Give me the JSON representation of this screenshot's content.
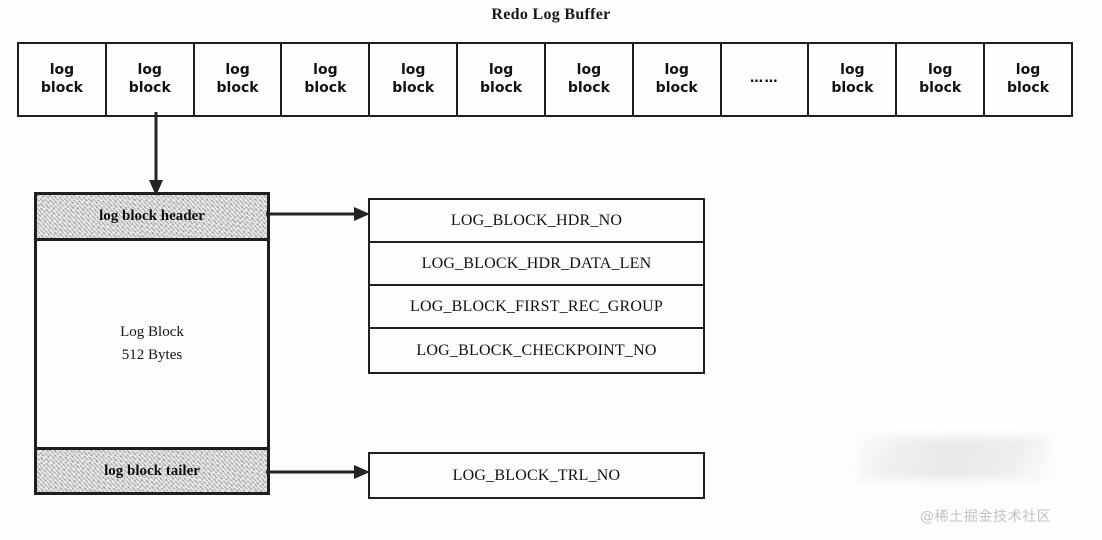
{
  "title": "Redo Log Buffer",
  "buffer_strip": {
    "name": "redo-log-buffer-strip",
    "cells": [
      {
        "type": "block",
        "line1": "log",
        "line2": "block"
      },
      {
        "type": "block",
        "line1": "log",
        "line2": "block"
      },
      {
        "type": "block",
        "line1": "log",
        "line2": "block"
      },
      {
        "type": "block",
        "line1": "log",
        "line2": "block"
      },
      {
        "type": "block",
        "line1": "log",
        "line2": "block"
      },
      {
        "type": "block",
        "line1": "log",
        "line2": "block"
      },
      {
        "type": "block",
        "line1": "log",
        "line2": "block"
      },
      {
        "type": "block",
        "line1": "log",
        "line2": "block"
      },
      {
        "type": "ellipsis",
        "line1": "……",
        "line2": ""
      },
      {
        "type": "block",
        "line1": "log",
        "line2": "block"
      },
      {
        "type": "block",
        "line1": "log",
        "line2": "block"
      },
      {
        "type": "block",
        "line1": "log",
        "line2": "block"
      }
    ]
  },
  "log_block": {
    "header_label": "log block header",
    "body_line1": "Log Block",
    "body_line2": "512 Bytes",
    "tailer_label": "log block tailer"
  },
  "header_fields": [
    "LOG_BLOCK_HDR_NO",
    "LOG_BLOCK_HDR_DATA_LEN",
    "LOG_BLOCK_FIRST_REC_GROUP",
    "LOG_BLOCK_CHECKPOINT_NO"
  ],
  "tailer_fields": [
    "LOG_BLOCK_TRL_NO"
  ],
  "watermark": "@稀土掘金技术社区",
  "colors": {
    "stroke": "#1f1f1f",
    "canvas": "#fdfdfd",
    "band_fill": "#c6c6c6",
    "watermark": "#c2c2c2"
  }
}
